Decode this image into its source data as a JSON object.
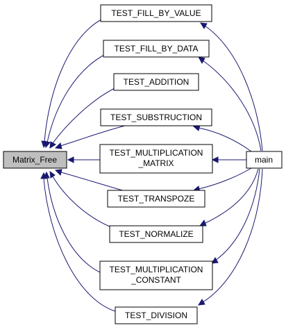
{
  "colors": {
    "edge": "#191970",
    "node_fill": "#ffffff",
    "focus_fill": "#bfbfbf",
    "border": "#000000"
  },
  "nodes": {
    "matrix_free": {
      "label": "Matrix_Free"
    },
    "main": {
      "label": "main"
    },
    "test_fill_by_value": {
      "label": "TEST_FILL_BY_VALUE"
    },
    "test_fill_by_data": {
      "label": "TEST_FILL_BY_DATA"
    },
    "test_addition": {
      "label": "TEST_ADDITION"
    },
    "test_substruction": {
      "label": "TEST_SUBSTRUCTION"
    },
    "test_multiplication_matrix": {
      "line1": "TEST_MULTIPLICATION",
      "line2": "_MATRIX"
    },
    "test_transpoze": {
      "label": "TEST_TRANSPOZE"
    },
    "test_normalize": {
      "label": "TEST_NORMALIZE"
    },
    "test_multiplication_constant": {
      "line1": "TEST_MULTIPLICATION",
      "line2": "_CONSTANT"
    },
    "test_division": {
      "label": "TEST_DIVISION"
    }
  }
}
